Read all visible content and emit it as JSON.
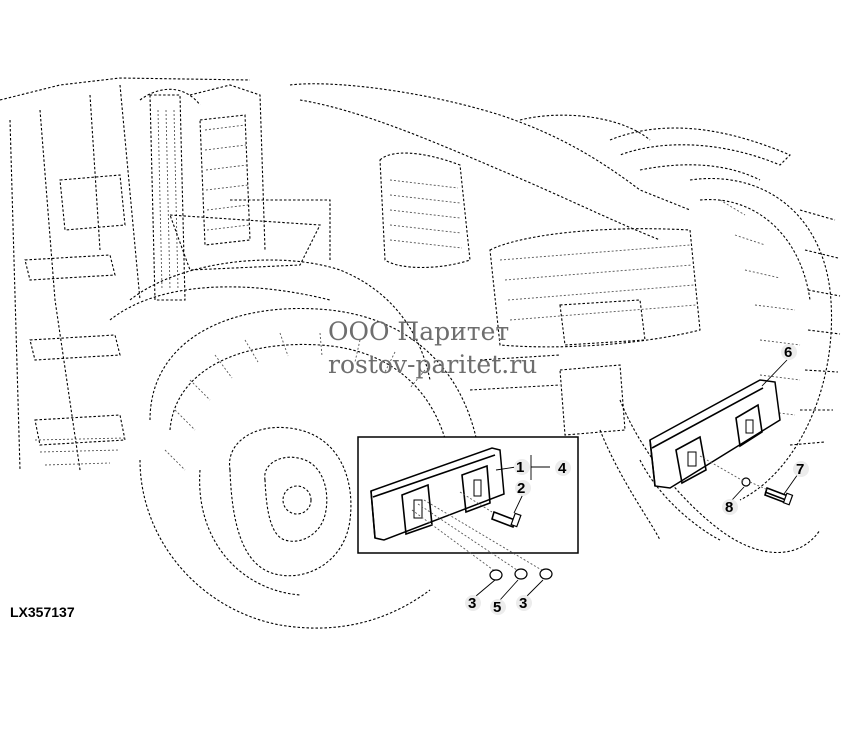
{
  "watermark": {
    "company": "ООО Паритет",
    "site": "rostov-paritet.ru"
  },
  "drawing_code": "LX357137",
  "callouts": [
    "1",
    "2",
    "3",
    "4",
    "3",
    "5",
    "6",
    "7",
    "8"
  ]
}
